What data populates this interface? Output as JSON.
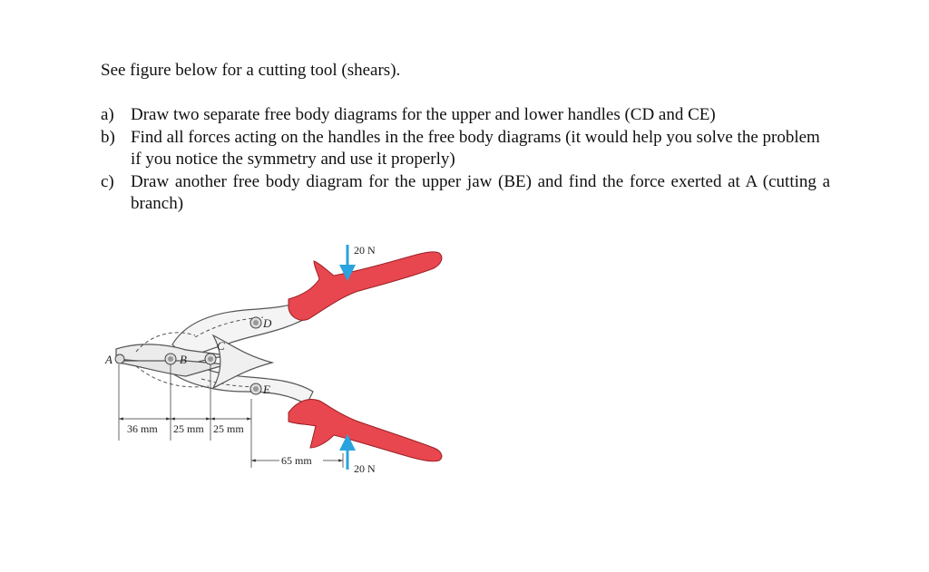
{
  "intro": "See figure below for a cutting tool (shears).",
  "questions": [
    {
      "marker": "a)",
      "text": "Draw two separate free body diagrams for the upper and lower handles (CD and CE)"
    },
    {
      "marker": "b)",
      "text": "Find all forces acting on the handles in the free body diagrams (it would help you solve the problem if you notice the symmetry and use it properly)"
    },
    {
      "marker": "c)",
      "text": "Draw another free body diagram for the upper jaw (BE) and find the force exerted at A (cutting a branch)"
    }
  ],
  "figure": {
    "points": {
      "A": "A",
      "B": "B",
      "C": "C",
      "D": "D",
      "E": "E"
    },
    "forces": {
      "top": "20 N",
      "bottom": "20 N"
    },
    "dimensions": {
      "d1": "36 mm",
      "d2": "25 mm",
      "d3": "25 mm",
      "d4": "65 mm"
    },
    "colors": {
      "handle_grip": "#e8474f",
      "force_arrow": "#2aa3df",
      "metal": "#f2f2f2"
    }
  }
}
